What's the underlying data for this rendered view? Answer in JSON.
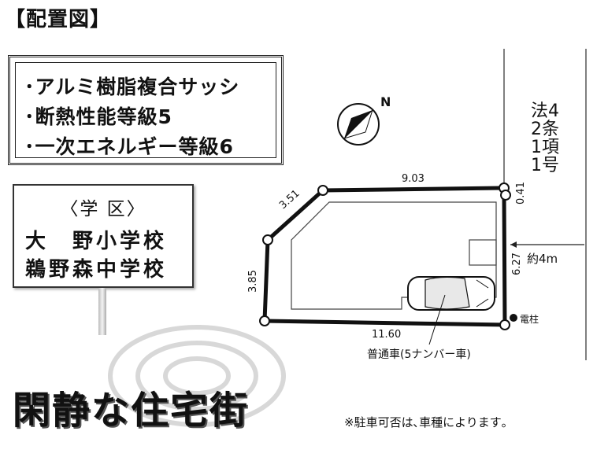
{
  "title": "【配置図】",
  "spec": {
    "lines": [
      "･アルミ樹脂複合サッシ",
      "･断熱性能等級5",
      "･一次エネルギー等級6"
    ]
  },
  "school": {
    "heading": "〈学 区〉",
    "elementary": "大　野小学校",
    "junior_high": "鵜野森中学校"
  },
  "compass": {
    "label": "N"
  },
  "road": {
    "designation": "法42条1項1号",
    "width": "約4m"
  },
  "dimensions": {
    "top": "9.03",
    "top_left_diag": "3.51",
    "left": "3.85",
    "bottom": "11.60",
    "right": "6.27",
    "right_top": "0.41"
  },
  "labels": {
    "pole": "電柱",
    "car": "普通車(5ナンバー車)"
  },
  "catchphrase": "閑静な住宅街",
  "note": "※駐車可否は､車種によります｡"
}
